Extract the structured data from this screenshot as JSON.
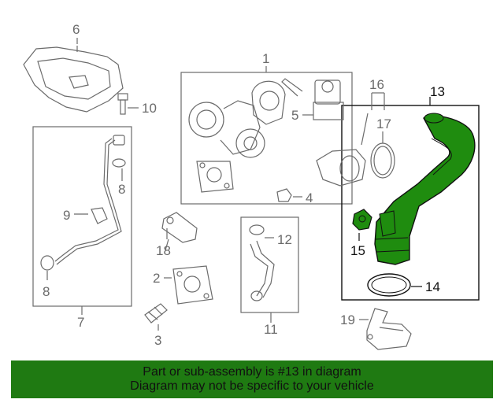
{
  "callouts": {
    "c1": "1",
    "c2": "2",
    "c3": "3",
    "c4": "4",
    "c5": "5",
    "c6": "6",
    "c7": "7",
    "c8a": "8",
    "c8b": "8",
    "c9": "9",
    "c10": "10",
    "c11": "11",
    "c12": "12",
    "c13": "13",
    "c14": "14",
    "c15": "15",
    "c16": "16",
    "c17": "17",
    "c18": "18",
    "c19": "19"
  },
  "banner": {
    "line1": "Part or sub-assembly is #13 in diagram",
    "line2": "Diagram may not be specific to your vehicle"
  },
  "colors": {
    "highlight": "#1f8c0f",
    "banner": "#1f7a12",
    "linework": "#6b6b6b",
    "highlight_text": "#111111"
  }
}
